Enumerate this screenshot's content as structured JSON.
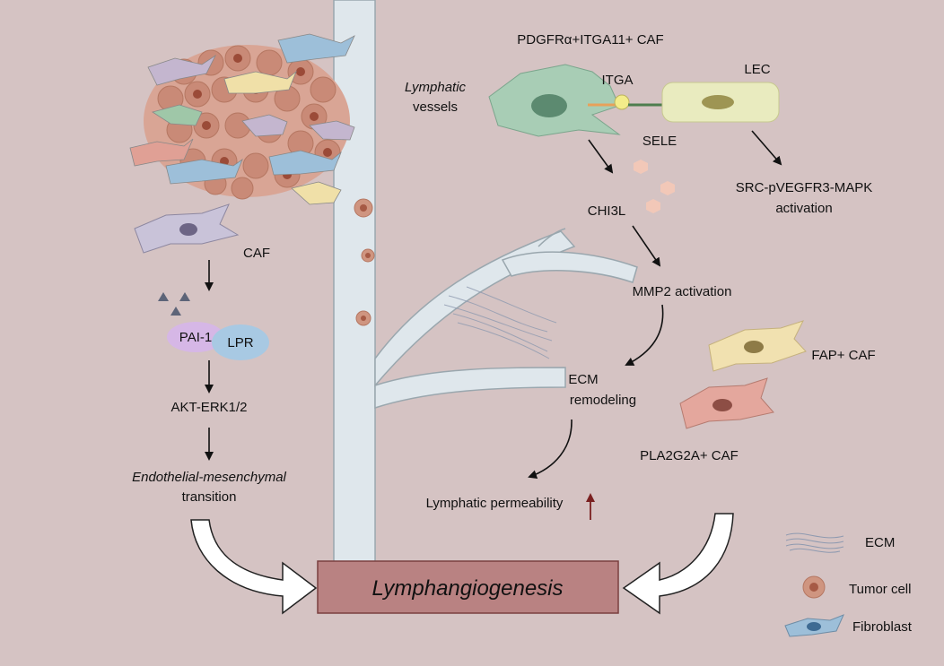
{
  "labels": {
    "pdgfr_caf": "PDGFRα+ITGA11+ CAF",
    "lymphatic": "Lymphatic",
    "vessels": "vessels",
    "itga": "ITGA",
    "lec": "LEC",
    "sele": "SELE",
    "chi3l": "CHI3L",
    "src_line1": "SRC-pVEGFR3-MAPK",
    "src_line2": "activation",
    "caf": "CAF",
    "pai1": "PAI-1",
    "lpr": "LPR",
    "akt": "AKT-ERK1/2",
    "endo_line1": "Endothelial-mesenchymal",
    "endo_line2": "transition",
    "mmp2": "MMP2 activation",
    "ecm_line1": "ECM",
    "ecm_line2": "remodeling",
    "fap_caf": "FAP+ CAF",
    "pla_caf": "PLA2G2A+ CAF",
    "permeability": "Lymphatic permeability",
    "lymphangiogenesis": "Lymphangiogenesis"
  },
  "legend": {
    "ecm": "ECM",
    "tumor": "Tumor cell",
    "fibroblast": "Fibroblast"
  },
  "colors": {
    "background": "#d5c3c3",
    "vessel": "#dfe7ec",
    "box_fill": "#b98282",
    "box_border": "#7a3f3f",
    "tumor": "#cf9580",
    "up_arrow": "#7a2020"
  }
}
